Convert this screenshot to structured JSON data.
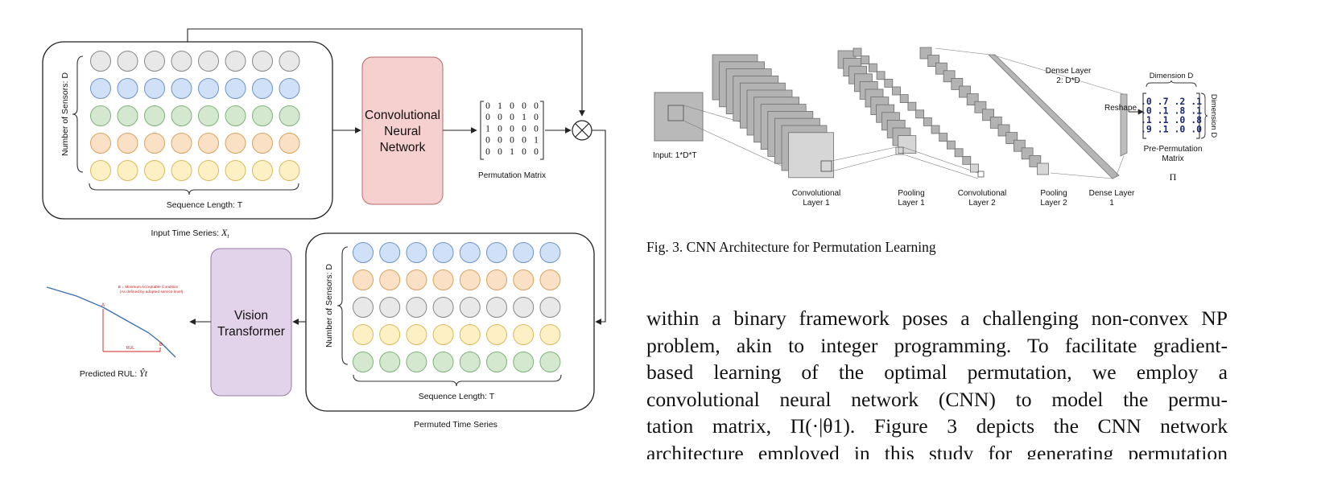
{
  "left_figure": {
    "input_block": {
      "title": "Input Time Series: ",
      "symbol": "Xt",
      "y_label": "Number of Sensors: D",
      "x_label": "Sequence Length: T",
      "row_colors": [
        "#e8e8e8",
        "#cfe0f7",
        "#d3e8cf",
        "#fae0c4",
        "#fdf0c4"
      ],
      "row_strokes": [
        "#888888",
        "#6f94c9",
        "#7fb27a",
        "#d9a35f",
        "#d6bb5c"
      ]
    },
    "cnn_label": [
      "Convolutional",
      "Neural",
      "Network"
    ],
    "cnn_color": "#f6cfcf",
    "permutation_matrix": {
      "rows": [
        [
          "0",
          "1",
          "0",
          "0",
          "0"
        ],
        [
          "0",
          "0",
          "0",
          "1",
          "0"
        ],
        [
          "1",
          "0",
          "0",
          "0",
          "0"
        ],
        [
          "0",
          "0",
          "0",
          "0",
          "1"
        ],
        [
          "0",
          "0",
          "1",
          "0",
          "0"
        ]
      ],
      "caption": "Permutation Matrix"
    },
    "multiply_symbol": "⊗",
    "vit_label": [
      "Vision",
      "Transformer"
    ],
    "vit_color": "#e3d3ea",
    "permuted_block": {
      "title": "Permuted Time Series",
      "y_label": "Number of Sensors: D",
      "x_label": "Sequence Length: T",
      "row_colors": [
        "#cfe0f7",
        "#fae0c4",
        "#e8e8e8",
        "#fdf0c4",
        "#d3e8cf"
      ],
      "row_strokes": [
        "#6f94c9",
        "#d9a35f",
        "#888888",
        "#d6bb5c",
        "#7fb27a"
      ]
    },
    "rul_plot": {
      "note_line1": "B = Minimum Acceptable Condition",
      "note_line2": "(As defined by adopted service level)",
      "point_a": "A",
      "point_b": "B",
      "rul_label": "RUL",
      "caption": "Predicted RUL: ",
      "symbol": "Ŷt"
    }
  },
  "right_figure": {
    "input_label": "Input: 1*D*T",
    "conv1_label": [
      "Convolutional",
      "Layer 1"
    ],
    "pool1_label": [
      "Pooling",
      "Layer 1"
    ],
    "conv2_label": [
      "Convolutional",
      "Layer 2"
    ],
    "pool2_label": [
      "Pooling",
      "Layer 2"
    ],
    "dense1_label": [
      "Dense Layer",
      "1"
    ],
    "dense2_label": [
      "Dense Layer",
      "2: D*D"
    ],
    "reshape_label": "Reshape",
    "dimension_top": "Dimension D",
    "dimension_side": "Dimension D",
    "matrix_rows": [
      ".0 .7 .2 .1",
      ".0 .1 .8 .1",
      ".1 .1 .0 .8",
      ".9 .1 .0 .0"
    ],
    "matrix_caption": [
      "Pre-Permutation",
      "Matrix"
    ],
    "pi_symbol": "Π"
  },
  "figure_caption": "Fig. 3.  CNN Architecture for Permutation Learning",
  "paragraph_lines": [
    "within a binary framework poses a challenging non-convex NP",
    "problem, akin to integer programming. To facilitate gradient-",
    "based learning of the optimal permutation, we employ a",
    "convolutional neural network (CNN) to model the permu-",
    "tation matrix, Π(·|θ1). Figure 3 depicts the CNN network",
    "architecture employed in this study for generating permutation"
  ]
}
